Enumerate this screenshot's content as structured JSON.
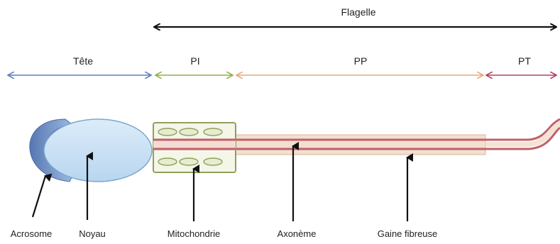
{
  "diagram": {
    "regions": {
      "flagelle": "Flagelle",
      "tete": "Tête",
      "pi": "PI",
      "pp": "PP",
      "pt": "PT"
    },
    "parts": {
      "acrosome": "Acrosome",
      "noyau": "Noyau",
      "mitochondrie": "Mitochondrie",
      "axoneme": "Axonème",
      "gaine": "Gaine fibreuse"
    },
    "colors": {
      "flagelle_arrow": "#111111",
      "tete_arrow": "#5b7fc0",
      "pi_arrow": "#8fae4a",
      "pp_arrow": "#e8a878",
      "pt_arrow": "#b0405e",
      "head_fill": "#c6e0f5",
      "acrosome_fill": "#6d8fc4",
      "midpiece_border": "#8fa05a",
      "tail_fill": "#f2dac8",
      "axoneme_line": "#c0606a"
    }
  }
}
